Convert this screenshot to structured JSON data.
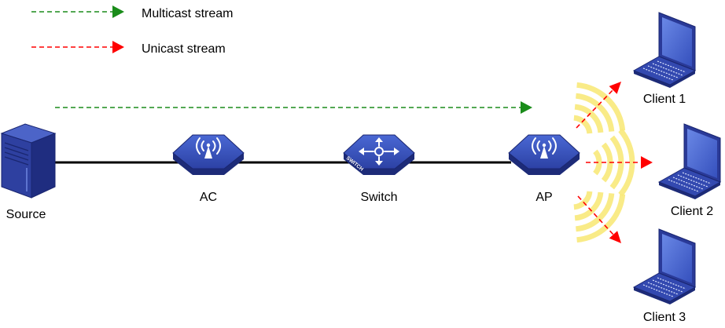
{
  "legend": {
    "multicast_label": "Multicast stream",
    "unicast_label": "Unicast stream"
  },
  "nodes": {
    "source": "Source",
    "ac": "AC",
    "switch": "Switch",
    "ap": "AP",
    "client1": "Client 1",
    "client2": "Client 2",
    "client3": "Client 3"
  },
  "switch_badge": "SWITCH",
  "icons": {
    "source": "server-icon",
    "ac": "access-controller-icon",
    "switch": "switch-icon",
    "ap": "access-point-icon",
    "clients": "laptop-icon"
  },
  "colors": {
    "multicast": "#1a8c1a",
    "unicast": "#ff0000",
    "link": "#000000",
    "signal": "#f8e97a",
    "device": "#2e43a8"
  }
}
